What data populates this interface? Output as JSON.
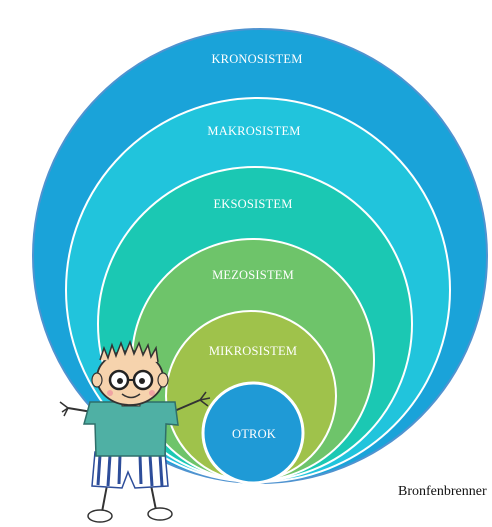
{
  "diagram": {
    "title": "",
    "rings": [
      {
        "label": "KRONOSISTEM",
        "color": "#1aa3d9",
        "edge": "#4f93d0"
      },
      {
        "label": "MAKROSISTEM",
        "color": "#21c4dc",
        "edge": "#ffffff"
      },
      {
        "label": "EKSOSISTEM",
        "color": "#1bc8b3",
        "edge": "#ffffff"
      },
      {
        "label": "MEZOSISTEM",
        "color": "#6ec46a",
        "edge": "#ffffff"
      },
      {
        "label": "MIKROSISTEM",
        "color": "#9fc24b",
        "edge": "#ffffff"
      },
      {
        "label": "OTROK",
        "color": "#1f9ad6",
        "edge": "#ffffff"
      }
    ],
    "caption": "Bronfenbrenner"
  }
}
